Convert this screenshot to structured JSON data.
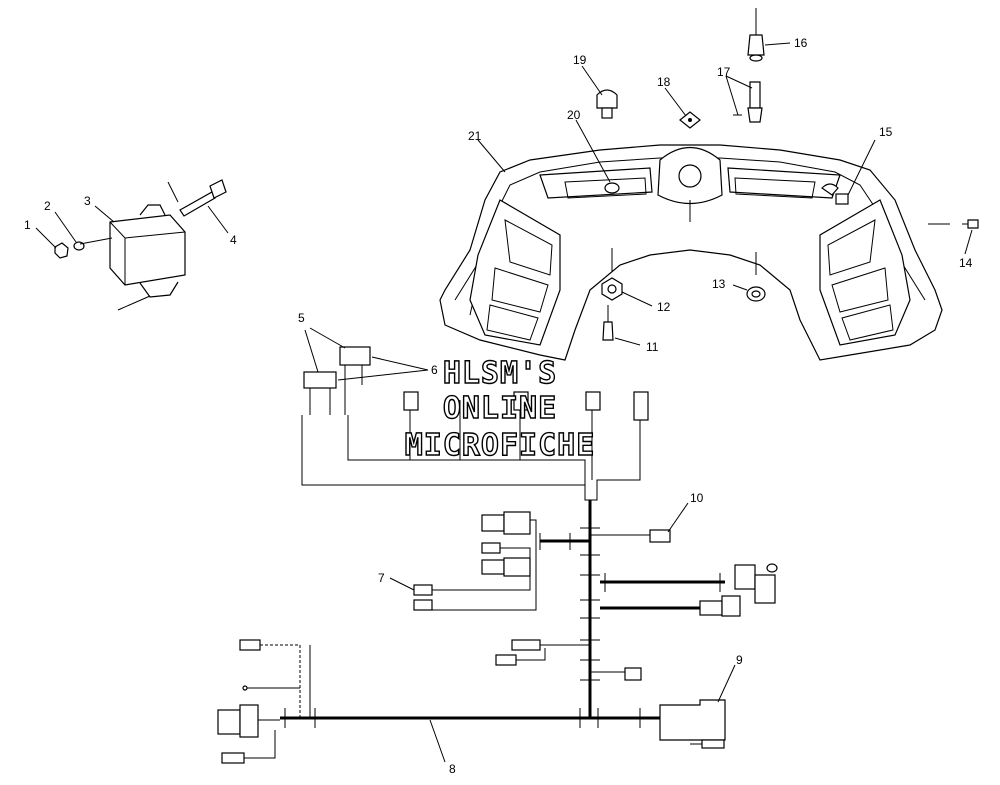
{
  "callouts": [
    {
      "id": "1",
      "label": "1"
    },
    {
      "id": "2",
      "label": "2"
    },
    {
      "id": "3",
      "label": "3"
    },
    {
      "id": "4",
      "label": "4"
    },
    {
      "id": "5",
      "label": "5"
    },
    {
      "id": "6",
      "label": "6"
    },
    {
      "id": "7",
      "label": "7"
    },
    {
      "id": "8",
      "label": "8"
    },
    {
      "id": "9",
      "label": "9"
    },
    {
      "id": "10",
      "label": "10"
    },
    {
      "id": "11",
      "label": "11"
    },
    {
      "id": "12",
      "label": "12"
    },
    {
      "id": "13",
      "label": "13"
    },
    {
      "id": "14",
      "label": "14"
    },
    {
      "id": "15",
      "label": "15"
    },
    {
      "id": "16",
      "label": "16"
    },
    {
      "id": "17",
      "label": "17"
    },
    {
      "id": "18",
      "label": "18"
    },
    {
      "id": "19",
      "label": "19"
    },
    {
      "id": "20",
      "label": "20"
    },
    {
      "id": "21",
      "label": "21"
    }
  ],
  "watermark": {
    "line1": "HLSM'S",
    "line2": "ONLINE",
    "line3": "MICROFICHE"
  }
}
